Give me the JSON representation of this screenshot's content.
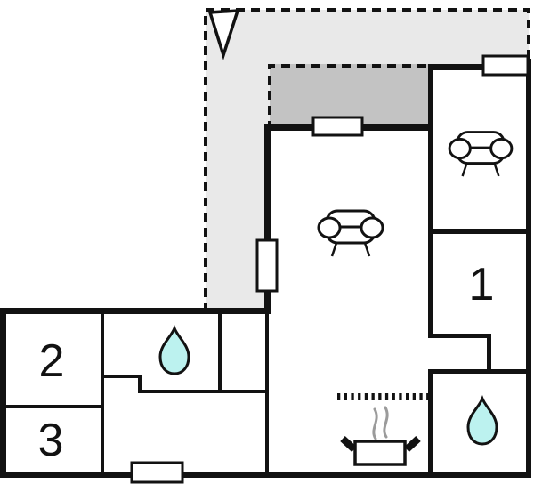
{
  "floorplan": {
    "colors": {
      "background": "#ffffff",
      "wall": "#121212",
      "terrace_fill": "#e9e9e9",
      "covered_terrace_fill": "#c3c3c3",
      "water_drop_fill": "#bcf2ef",
      "steam": "#9b9b9b",
      "icon_stroke": "#121212"
    },
    "room_labels": [
      {
        "label": "1"
      },
      {
        "label": "2"
      },
      {
        "label": "3"
      }
    ],
    "icons": [
      {
        "name": "north-arrow-icon"
      },
      {
        "name": "sofa-icon"
      },
      {
        "name": "water-drop-icon"
      },
      {
        "name": "stove-pot-icon"
      },
      {
        "name": "steam-icon"
      },
      {
        "name": "window"
      },
      {
        "name": "terrace-door"
      },
      {
        "name": "counter-dotted-line"
      }
    ]
  }
}
